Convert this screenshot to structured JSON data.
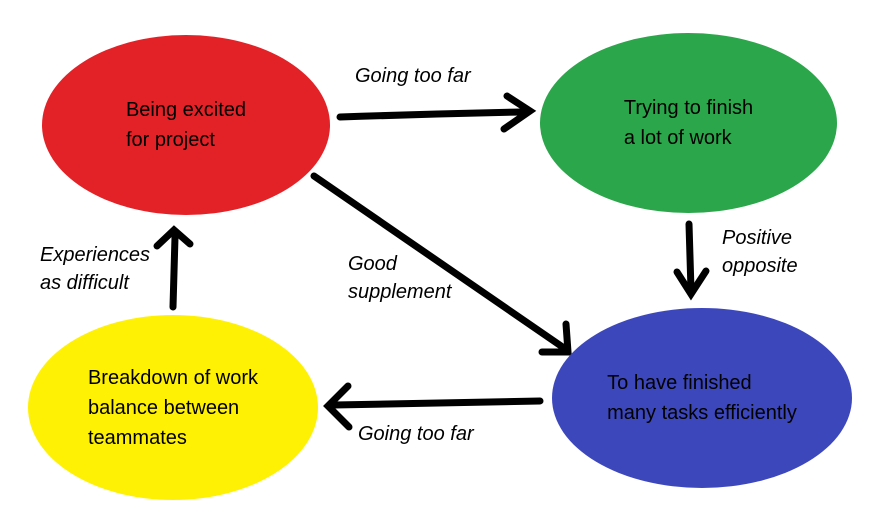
{
  "diagram": {
    "background": "#ffffff",
    "arrow_color": "#000000",
    "text_color": "#000000",
    "nodes": [
      {
        "name": "being-excited",
        "color": "#e32227",
        "lines": [
          "Being excited",
          "for project"
        ]
      },
      {
        "name": "trying-finish",
        "color": "#2ba64a",
        "lines": [
          "Trying to finish",
          "a lot of work"
        ]
      },
      {
        "name": "breakdown",
        "color": "#fff104",
        "lines": [
          "Breakdown of work",
          "balance between",
          "teammates"
        ]
      },
      {
        "name": "finished-tasks",
        "color": "#3d47bc",
        "lines": [
          "To have finished",
          "many tasks efficiently"
        ]
      }
    ],
    "edges": [
      {
        "from": "being-excited",
        "to": "trying-finish",
        "label": "Going too far",
        "lines": [
          "Going too far"
        ]
      },
      {
        "from": "trying-finish",
        "to": "finished-tasks",
        "label": "Positive opposite",
        "lines": [
          "Positive",
          "opposite"
        ]
      },
      {
        "from": "being-excited",
        "to": "finished-tasks",
        "label": "Good supplement",
        "lines": [
          "Good",
          "supplement"
        ]
      },
      {
        "from": "finished-tasks",
        "to": "breakdown",
        "label": "Going too far",
        "lines": [
          "Going too far"
        ]
      },
      {
        "from": "breakdown",
        "to": "being-excited",
        "label": "Experiences as difficult",
        "lines": [
          "Experiences",
          "as difficult"
        ]
      }
    ]
  }
}
